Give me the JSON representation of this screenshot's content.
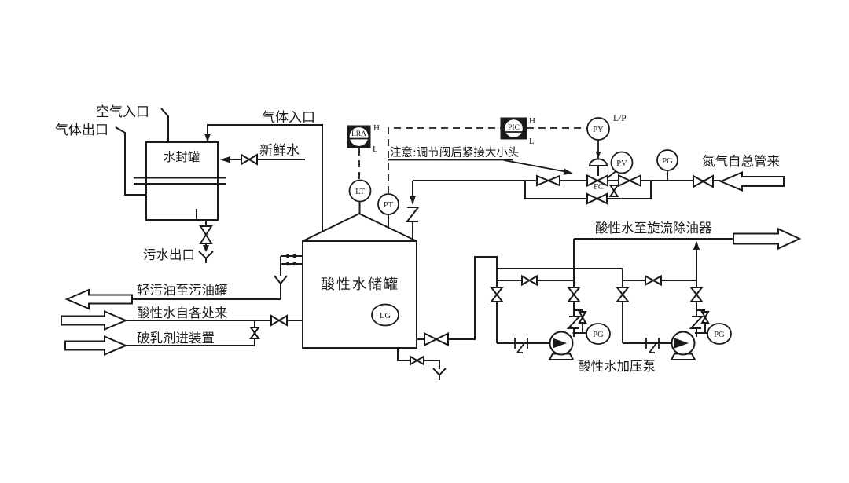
{
  "colors": {
    "line": "#1a1a1a",
    "background": "#ffffff"
  },
  "labels": {
    "air_inlet": "空气入口",
    "gas_outlet": "气体出口",
    "gas_inlet": "气体入口",
    "fresh_water": "新鲜水",
    "water_seal_tank": "水封罐",
    "sewage_outlet": "污水出口",
    "light_oil_to_slop_tank": "轻污油至污油罐",
    "acid_water_from_units": "酸性水自各处来",
    "demulsifier_to_unit": "破乳剂进装置",
    "acid_water_tank": "酸性水储罐",
    "note": "注意:调节阀后紧接大小头",
    "nitrogen_from_header": "氮气自总管来",
    "acid_water_to_cyclone": "酸性水至旋流除油器",
    "acid_water_pumps": "酸性水加压泵"
  },
  "instruments": {
    "lra": {
      "tag": "LRA",
      "high": "H",
      "low": "L"
    },
    "lt": "LT",
    "pt": "PT",
    "pic": {
      "tag": "PIC",
      "high": "H",
      "low": "L"
    },
    "py": {
      "tag": "PY",
      "signal": "L/P"
    },
    "pv": "PV",
    "fc": "FC",
    "pg_nitrogen": "PG",
    "pg_pump1": "PG",
    "pg_pump2": "PG",
    "lg": "LG"
  }
}
